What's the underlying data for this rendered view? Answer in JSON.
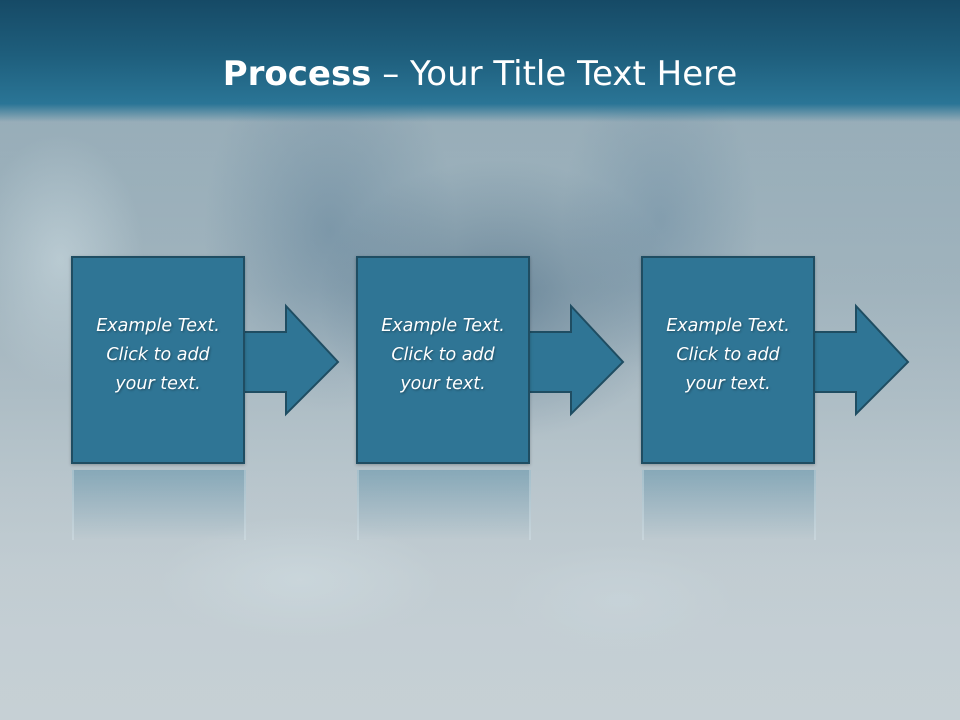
{
  "slide": {
    "title_bold": "Process",
    "title_rest": " – Your Title Text Here"
  },
  "steps": [
    {
      "text": "Example Text.\nClick  to add\nyour text."
    },
    {
      "text": "Example Text.\nClick  to add\nyour text."
    },
    {
      "text": "Example Text.\nClick  to add\nyour text."
    }
  ],
  "colors": {
    "title_bar": "#1e5e7c",
    "box_fill": "#2f7595",
    "box_border": "#1f4d62",
    "text": "#ffffff"
  }
}
